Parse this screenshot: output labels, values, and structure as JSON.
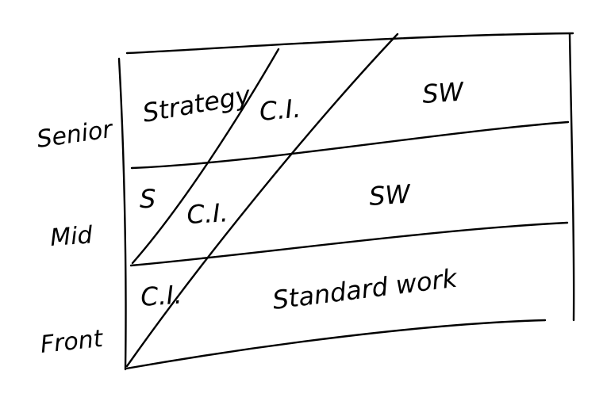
{
  "row_labels": {
    "senior": "Senior",
    "mid": "Mid",
    "front": "Front"
  },
  "cells": {
    "senior_strategy": "Strategy",
    "senior_ci": "C.I.",
    "senior_sw": "SW",
    "mid_strategy": "S",
    "mid_ci": "C.I.",
    "mid_sw": "SW",
    "front_ci": "C.I.",
    "front_sw": "Standard work"
  }
}
